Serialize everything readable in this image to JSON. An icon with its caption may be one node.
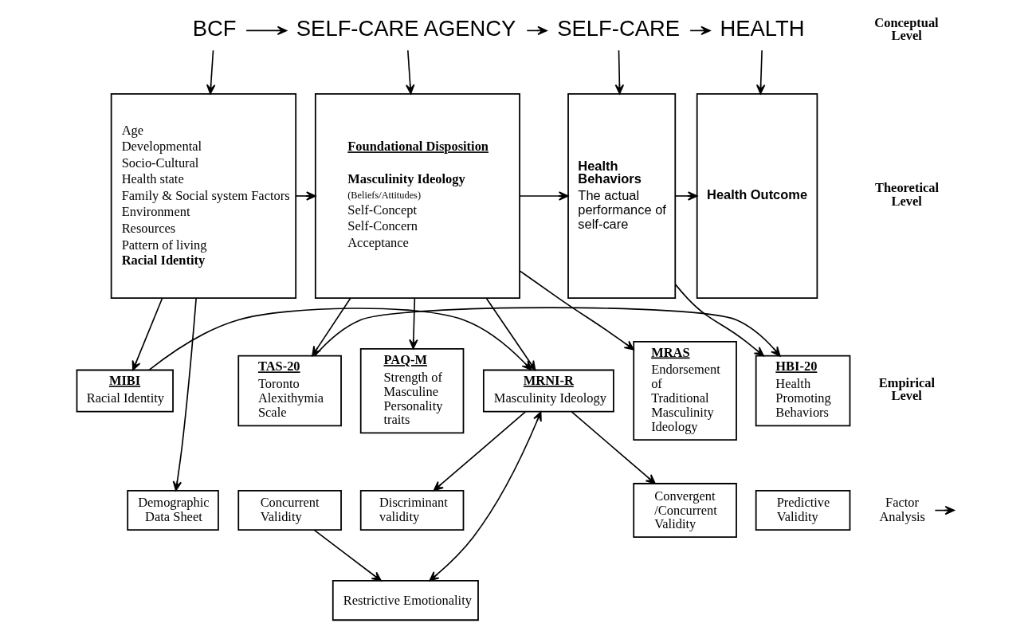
{
  "diagram": {
    "nodes": [
      {
        "text": [
          "BCF"
        ]
      },
      {
        "text": [
          "SELF-CARE AGENCY"
        ]
      },
      {
        "text": [
          "SELF-CARE"
        ]
      },
      {
        "text": [
          "HEALTH"
        ]
      },
      {
        "text": [
          "Age",
          "Developmental",
          "Socio-Cultural",
          "Health state",
          "Family & Social system Factors",
          "Environment",
          "Resources",
          "Pattern of living",
          "Racial Identity"
        ]
      },
      {
        "text": [
          "Foundational Disposition",
          "Masculinity Ideology",
          "(Beliefs/Attitudes)",
          "Self-Concept",
          "Self-Concern",
          "Acceptance"
        ]
      },
      {
        "text": [
          "Health Behaviors",
          "The actual performance of self-care"
        ]
      },
      {
        "text": [
          "Health Outcome"
        ]
      },
      {
        "text": [
          "MIBI",
          "Racial Identity"
        ]
      },
      {
        "text": [
          "MRNI-R",
          "Masculinity Ideology"
        ]
      },
      {
        "text": [
          "PAQ-M",
          "Strength of Masculine Personality traits"
        ]
      },
      {
        "text": [
          "Discriminant validity"
        ]
      },
      {
        "text": [
          "MRAS",
          "Endorsement of Traditional Masculinity Ideology"
        ]
      },
      {
        "text": [
          "Convergent /Concurrent Validity"
        ]
      },
      {
        "text": [
          "TAS-20",
          "Toronto Alexithymia Scale"
        ]
      },
      {
        "text": [
          "Concurrent Validity"
        ]
      },
      {
        "text": [
          "HBI-20",
          "Health Promoting Behaviors"
        ]
      },
      {
        "text": [
          "Predictive Validity"
        ]
      },
      {
        "text": [
          "Demographic Data Sheet"
        ]
      },
      {
        "text": [
          "Factor Analysis"
        ]
      },
      {
        "text": [
          "Restrictive Emotionality"
        ]
      }
    ],
    "edges": [
      {
        "from": 0,
        "to": 1,
        "arrow": "to"
      },
      {
        "from": 1,
        "to": 2,
        "arrow": "to"
      },
      {
        "from": 2,
        "to": 3,
        "arrow": "to"
      },
      {
        "from": 0,
        "to": 4,
        "arrow": "to"
      },
      {
        "from": 1,
        "to": 5,
        "arrow": "to"
      },
      {
        "from": 2,
        "to": 6,
        "arrow": "to"
      },
      {
        "from": 3,
        "to": 7,
        "arrow": "to"
      },
      {
        "from": 4,
        "to": 5,
        "arrow": "to"
      },
      {
        "from": 5,
        "to": 6,
        "arrow": "to"
      },
      {
        "from": 6,
        "to": 7,
        "arrow": "to"
      },
      {
        "from": 4,
        "to": 8,
        "arrow": "to"
      },
      {
        "from": 4,
        "to": 18,
        "arrow": "to"
      },
      {
        "from": 5,
        "to": 9,
        "arrow": "to"
      },
      {
        "from": 5,
        "to": 10,
        "arrow": "to"
      },
      {
        "from": 5,
        "to": 12,
        "arrow": "to"
      },
      {
        "from": 5,
        "to": 14,
        "arrow": "to"
      },
      {
        "from": 6,
        "to": 16,
        "arrow": "to"
      },
      {
        "from": 8,
        "to": 9,
        "arrow": "to"
      },
      {
        "from": 14,
        "to": 16,
        "arrow": "to"
      },
      {
        "from": 19,
        "to": null,
        "arrow": "to"
      },
      {
        "from": 9,
        "to": 20,
        "arrow": "both"
      },
      {
        "from": 9,
        "to": 11,
        "arrow": "to"
      },
      {
        "from": 9,
        "to": 13,
        "arrow": "to"
      },
      {
        "from": 15,
        "to": 20,
        "arrow": "to"
      }
    ],
    "labels": [
      "Conceptual Level",
      "Theoretical Level",
      "Empirical Level"
    ]
  }
}
